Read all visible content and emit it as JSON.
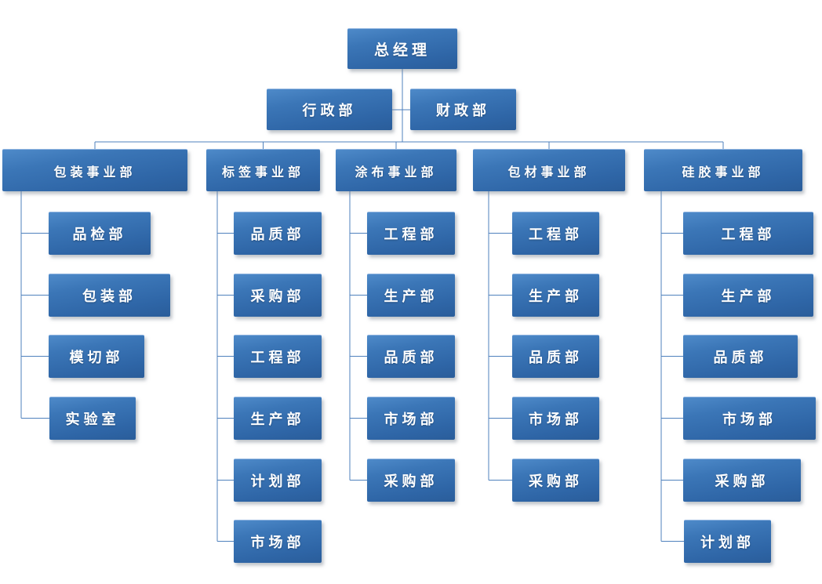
{
  "diagram": {
    "type": "org-chart",
    "root": {
      "id": "general-manager",
      "label": "总经理"
    },
    "staff": [
      {
        "id": "admin-dept",
        "label": "行政部"
      },
      {
        "id": "finance-dept",
        "label": "财政部"
      }
    ],
    "divisions": [
      {
        "id": "packaging",
        "label": "包装事业部",
        "children": [
          "品检部",
          "包装部",
          "模切部",
          "实验室"
        ]
      },
      {
        "id": "label",
        "label": "标签事业部",
        "children": [
          "品质部",
          "采购部",
          "工程部",
          "生产部",
          "计划部",
          "市场部"
        ]
      },
      {
        "id": "coating",
        "label": "涂布事业部",
        "children": [
          "工程部",
          "生产部",
          "品质部",
          "市场部",
          "采购部"
        ]
      },
      {
        "id": "packing-material",
        "label": "包材事业部",
        "children": [
          "工程部",
          "生产部",
          "品质部",
          "市场部",
          "采购部"
        ]
      },
      {
        "id": "silicone",
        "label": "硅胶事业部",
        "children": [
          "工程部",
          "生产部",
          "品质部",
          "市场部",
          "采购部",
          "计划部"
        ]
      }
    ],
    "colors": {
      "background": "#ffffff",
      "box_gradient_top": "#4e8ac9",
      "box_gradient_bottom": "#2a5d9a",
      "box_highlight": "#8fb4e0",
      "text": "#ffffff",
      "connector": "#4f81bd"
    }
  }
}
